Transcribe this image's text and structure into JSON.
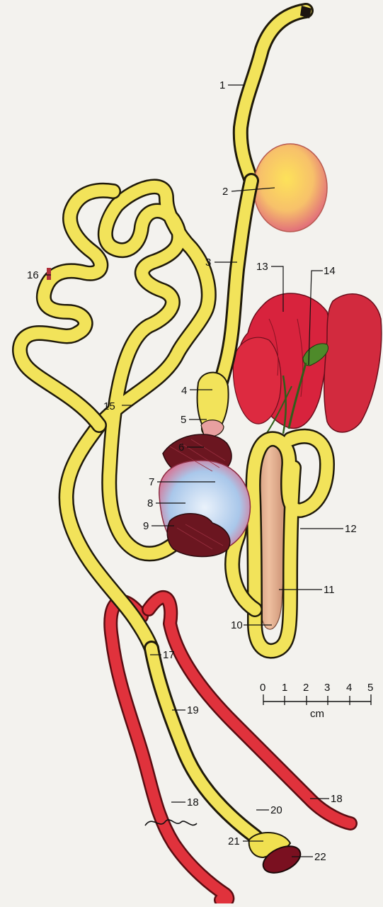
{
  "labels": {
    "l1": "1",
    "l2": "2",
    "l3": "3",
    "l4": "4",
    "l5": "5",
    "l6": "6",
    "l7": "7",
    "l8": "8",
    "l9": "9",
    "l10": "10",
    "l11": "11",
    "l12": "12",
    "l13": "13",
    "l14": "14",
    "l15": "15",
    "l16": "16",
    "l17": "17",
    "l18a": "18",
    "l18b": "18",
    "l19": "19",
    "l20": "20",
    "l21": "21",
    "l22": "22"
  },
  "scale": {
    "ticks": [
      "0",
      "1",
      "2",
      "3",
      "4",
      "5"
    ],
    "unit": "cm"
  },
  "colors": {
    "intestine": "#f2e35a",
    "intestine_edge": "#2a2410",
    "caeca": "#e0323c",
    "liver": "#d8233d",
    "pancreas": "#dca07f",
    "gizzard_muscle": "#6b1620",
    "gizzard_center": "#bcd3ee",
    "gall": "#4e8a2a",
    "crop": "#f0c060",
    "vent": "#7a1020"
  }
}
